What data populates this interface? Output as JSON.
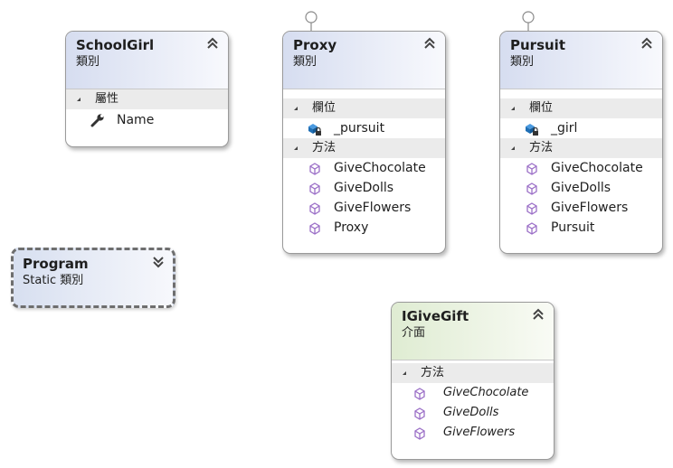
{
  "classes": {
    "schoolgirl": {
      "name": "SchoolGirl",
      "kind": "類別",
      "sections": [
        {
          "label": "屬性",
          "items": [
            "Name"
          ]
        }
      ]
    },
    "proxy": {
      "name": "Proxy",
      "kind": "類別",
      "sections": [
        {
          "label": "欄位",
          "items": [
            "_pursuit"
          ]
        },
        {
          "label": "方法",
          "items": [
            "GiveChocolate",
            "GiveDolls",
            "GiveFlowers",
            "Proxy"
          ]
        }
      ]
    },
    "pursuit": {
      "name": "Pursuit",
      "kind": "類別",
      "sections": [
        {
          "label": "欄位",
          "items": [
            "_girl"
          ]
        },
        {
          "label": "方法",
          "items": [
            "GiveChocolate",
            "GiveDolls",
            "GiveFlowers",
            "Pursuit"
          ]
        }
      ]
    },
    "program": {
      "name": "Program",
      "kind": "Static 類別"
    },
    "igivegift": {
      "name": "IGiveGift",
      "kind": "介面",
      "sections": [
        {
          "label": "方法",
          "items": [
            "GiveChocolate",
            "GiveDolls",
            "GiveFlowers"
          ]
        }
      ]
    }
  },
  "colors": {
    "class_header": "#d6ddf0",
    "interface_header": "#dfecd2",
    "method_icon": "#9b6fc7",
    "field_icon": "#1f6fb5"
  },
  "icons": {
    "collapse": "double-chevron-up-icon",
    "expand": "double-chevron-down-icon",
    "property": "wrench-icon",
    "field": "field-lock-icon",
    "method": "method-cube-icon"
  }
}
